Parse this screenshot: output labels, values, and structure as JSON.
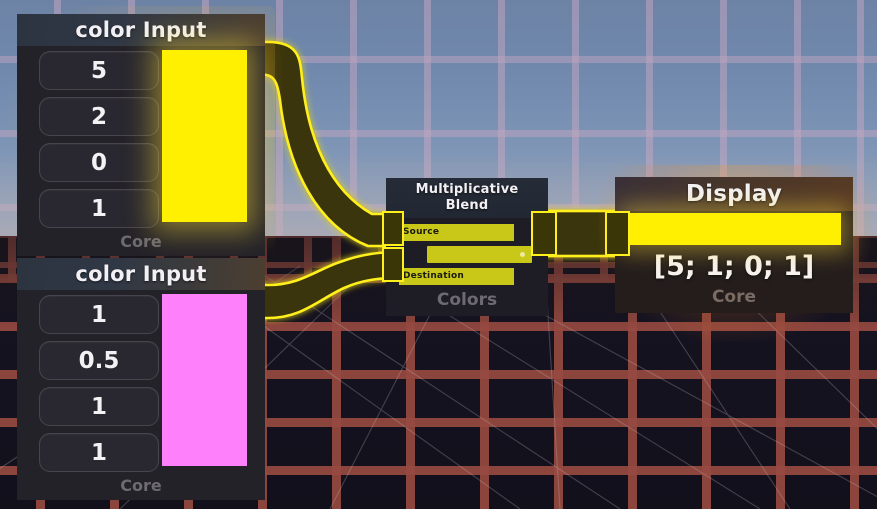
{
  "scene": {
    "title": "node-graph-3d-editor",
    "background": {
      "sky_top_color": "#6d83a6",
      "sky_horizon_color": "#cdb2a4",
      "sky_grid_color": "#cdaac3",
      "ground_color": "#14121c",
      "ground_grid_color": "#964a40"
    },
    "wire_fill_color": "#3a3608",
    "wire_outline_color": "#ffef1a"
  },
  "nodes": {
    "color_input_top": {
      "title": "color Input",
      "fields": [
        "5",
        "2",
        "0",
        "1"
      ],
      "swatch_color": "#ffef00",
      "footer": "Core"
    },
    "color_input_bottom": {
      "title": "color Input",
      "fields": [
        "1",
        "0.5",
        "1",
        "1"
      ],
      "swatch_color": "#ff80fb",
      "footer": "Core"
    },
    "blend": {
      "title_line1": "Multiplicative",
      "title_line2": "Blend",
      "input_source_label": "Source",
      "input_destination_label": "Destination",
      "slider_value_label": "",
      "footer": "Colors",
      "bar_color": "#c9c718"
    },
    "display": {
      "title": "Display",
      "swatch_color": "#ffef00",
      "value": "[5; 1; 0; 1]",
      "footer": "Core"
    }
  }
}
